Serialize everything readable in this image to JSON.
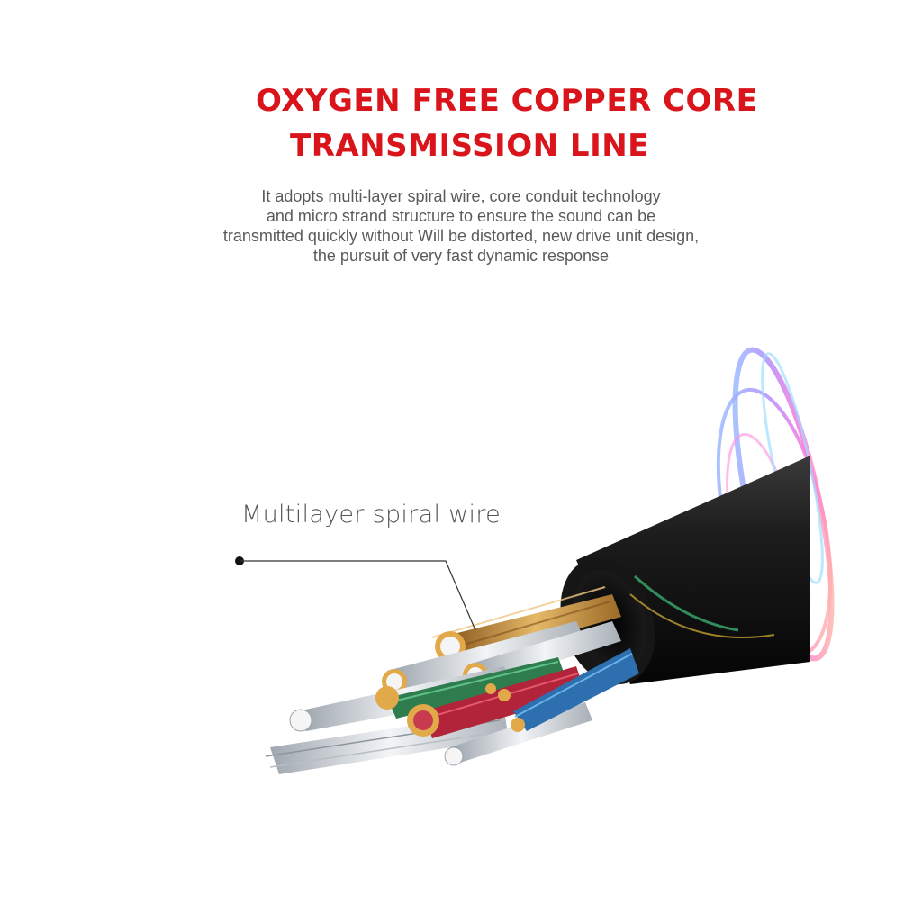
{
  "headline": {
    "line1": "OXYGEN FREE COPPER CORE",
    "line2": "TRANSMISSION LINE"
  },
  "description": {
    "lines": [
      "It adopts multi-layer spiral wire, core conduit technology",
      "and micro strand structure to ensure the sound can be",
      "transmitted quickly without Will be distorted, new drive unit design,",
      "the pursuit of very fast dynamic response"
    ]
  },
  "callout": {
    "label": "Multilayer spiral wire"
  },
  "colors": {
    "headline": "#d9141b",
    "body_text": "#5a5a5a",
    "cable_jacket": "#1a1a1a",
    "copper": "#c8953a",
    "silver": "#d9dde2",
    "blue_wire": "#2e6fb0",
    "red_wire": "#b2243a",
    "green_wire": "#2f7d4e"
  }
}
